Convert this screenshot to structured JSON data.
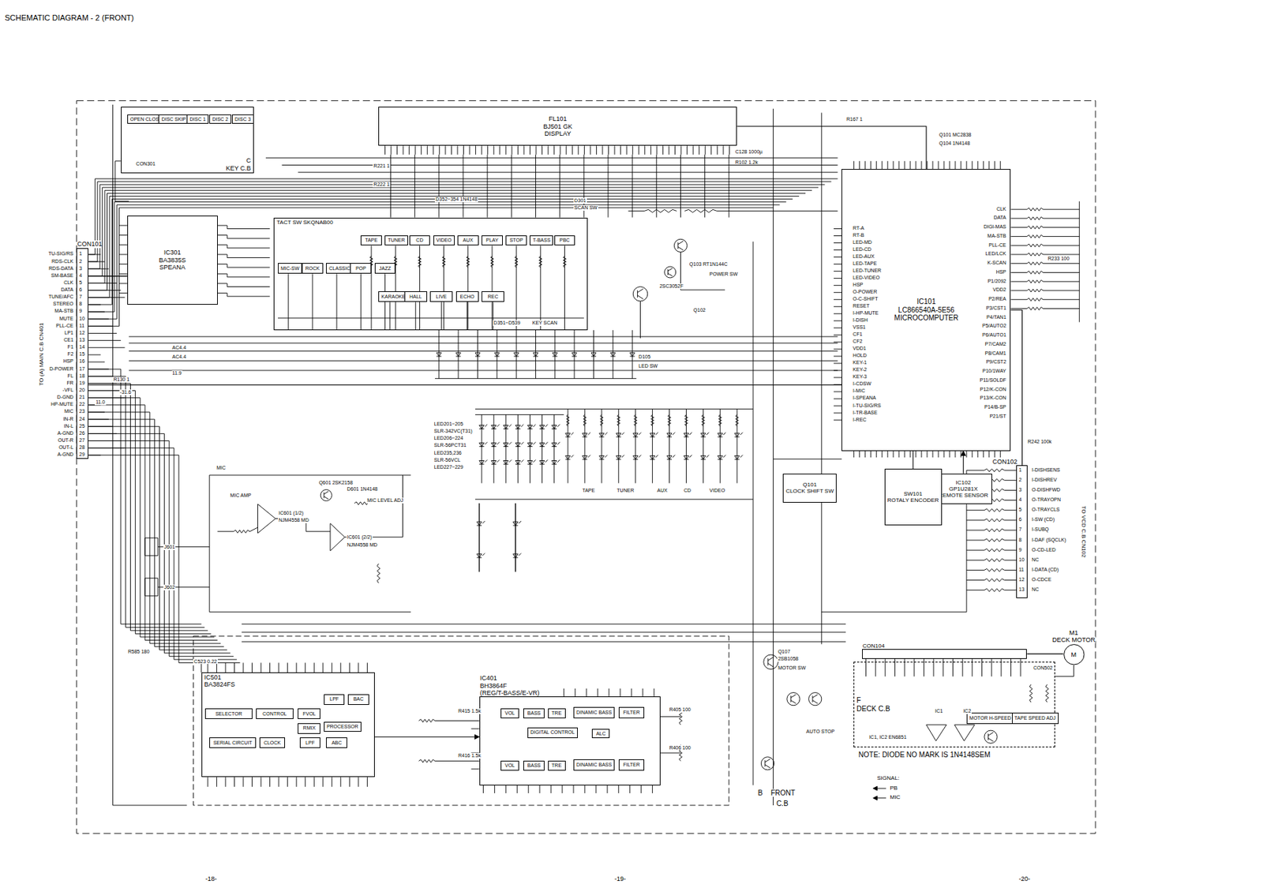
{
  "diagram": {
    "title": "SCHEMATIC DIAGRAM - 2 (FRONT)",
    "nodes": [
      {
        "text": [
          "C",
          "KEY C.B"
        ]
      },
      {
        "text": [
          "OPEN CLOSE"
        ],
        "in": 0
      },
      {
        "text": [
          "DISC SKIP"
        ],
        "in": 0
      },
      {
        "text": [
          "DISC 1"
        ],
        "in": 0
      },
      {
        "text": [
          "DISC 2"
        ],
        "in": 0
      },
      {
        "text": [
          "DISC 3"
        ],
        "in": 0
      },
      {
        "text": [
          "CON101"
        ]
      },
      {
        "text": [
          "FL101",
          "BJ501 GK",
          "DISPLAY"
        ]
      },
      {
        "text": [
          "IC301",
          "BA3835S",
          "SPEANA"
        ]
      },
      {
        "text": [
          "TACT SW SKQNAB00"
        ]
      },
      {
        "text": [
          "TAPE"
        ],
        "in": 9
      },
      {
        "text": [
          "TUNER"
        ],
        "in": 9
      },
      {
        "text": [
          "CD"
        ],
        "in": 9
      },
      {
        "text": [
          "VIDEO"
        ],
        "in": 9
      },
      {
        "text": [
          "AUX"
        ],
        "in": 9
      },
      {
        "text": [
          "PLAY"
        ],
        "in": 9
      },
      {
        "text": [
          "STOP"
        ],
        "in": 9
      },
      {
        "text": [
          "T-BASS"
        ],
        "in": 9
      },
      {
        "text": [
          "PBC"
        ],
        "in": 9
      },
      {
        "text": [
          "MIC-SW"
        ],
        "in": 9
      },
      {
        "text": [
          "ROCK"
        ],
        "in": 9
      },
      {
        "text": [
          "CLASSIC"
        ],
        "in": 9
      },
      {
        "text": [
          "POP"
        ],
        "in": 9
      },
      {
        "text": [
          "JAZZ"
        ],
        "in": 9
      },
      {
        "text": [
          "KARAOKE"
        ],
        "in": 9
      },
      {
        "text": [
          "HALL"
        ],
        "in": 9
      },
      {
        "text": [
          "LIVE"
        ],
        "in": 9
      },
      {
        "text": [
          "ECHO"
        ],
        "in": 9
      },
      {
        "text": [
          "REC"
        ],
        "in": 9
      },
      {
        "text": [
          "IC101",
          "LC866540A-5E56",
          "MICROCOMPUTER"
        ]
      },
      {
        "text": [
          "CON102"
        ]
      },
      {
        "text": [
          "IC102",
          "GP1U281X",
          "REMOTE SENSOR"
        ]
      },
      {
        "text": [
          "SW101",
          "ROTALY ENCODER"
        ]
      },
      {
        "text": [
          "Q101",
          "CLOCK SHIFT SW"
        ]
      },
      {
        "text": [
          "IC501",
          "BA3824FS"
        ]
      },
      {
        "text": [
          "SELECTOR"
        ],
        "in": 34
      },
      {
        "text": [
          "CONTROL"
        ],
        "in": 34
      },
      {
        "text": [
          "FVOL"
        ],
        "in": 34
      },
      {
        "text": [
          "LPF"
        ],
        "in": 34
      },
      {
        "text": [
          "BAC"
        ],
        "in": 34
      },
      {
        "text": [
          "RMIX"
        ],
        "in": 34
      },
      {
        "text": [
          "PROCESSOR"
        ],
        "in": 34
      },
      {
        "text": [
          "SERIAL CIRCUIT"
        ],
        "in": 34
      },
      {
        "text": [
          "CLOCK"
        ],
        "in": 34
      },
      {
        "text": [
          "LPF"
        ],
        "in": 34
      },
      {
        "text": [
          "ABC"
        ],
        "in": 34
      },
      {
        "text": [
          "IC401",
          "BH3864F",
          "(REG/T-BASS/E-VR)"
        ]
      },
      {
        "text": [
          "VOL"
        ],
        "in": 46
      },
      {
        "text": [
          "BASS"
        ],
        "in": 46
      },
      {
        "text": [
          "TRE"
        ],
        "in": 46
      },
      {
        "text": [
          "DINAMIC BASS"
        ],
        "in": 46
      },
      {
        "text": [
          "FILTER"
        ],
        "in": 46
      },
      {
        "text": [
          "DIGITAL CONTROL"
        ],
        "in": 46
      },
      {
        "text": [
          "ALC"
        ],
        "in": 46
      },
      {
        "text": [
          "VOL"
        ],
        "in": 46
      },
      {
        "text": [
          "BASS"
        ],
        "in": 46
      },
      {
        "text": [
          "TRE"
        ],
        "in": 46
      },
      {
        "text": [
          "DINAMIC BASS"
        ],
        "in": 46
      },
      {
        "text": [
          "FILTER"
        ],
        "in": 46
      },
      {
        "text": [
          "F",
          "DECK C.B"
        ]
      },
      {
        "text": [
          "MOTOR H-SPEED"
        ],
        "in": 59
      },
      {
        "text": [
          "TAPE SPEED ADJ"
        ],
        "in": 59
      },
      {
        "text": [
          "CON104"
        ]
      },
      {
        "text": [
          "M1",
          "DECK MOTOR",
          "M"
        ]
      }
    ],
    "edges": [
      {
        "from": 6,
        "to": 8,
        "arrow": "none"
      },
      {
        "from": 6,
        "to": 29,
        "arrow": "none"
      },
      {
        "from": 7,
        "to": 29,
        "arrow": "none"
      },
      {
        "from": 29,
        "to": 30,
        "arrow": "none"
      },
      {
        "from": 31,
        "to": 29,
        "arrow": "to"
      },
      {
        "from": 32,
        "to": 29,
        "arrow": "none"
      },
      {
        "from": 34,
        "to": 46,
        "arrow": "to"
      },
      {
        "from": 62,
        "to": 63,
        "arrow": "none"
      }
    ],
    "labels": [
      "TU-SIG/RS",
      "RDS-CLK",
      "RDS-DATA",
      "SM-BASE",
      "CLK",
      "DATA",
      "TUNE/AFC",
      "STEREO",
      "MA-STB",
      "MUTE",
      "PLL-CE",
      "LP1",
      "CE1",
      "F1",
      "F2",
      "HSP",
      "D-POWER",
      "FL",
      "FR",
      "-VFL",
      "D-GND",
      "HP-MUTE",
      "MIC",
      "IN-R",
      "IN-L",
      "A-GND",
      "OUT-R",
      "OUT-L",
      "A-GND",
      "1",
      "2",
      "3",
      "4",
      "5",
      "6",
      "7",
      "8",
      "9",
      "10",
      "11",
      "12",
      "13",
      "14",
      "15",
      "16",
      "17",
      "18",
      "19",
      "20",
      "21",
      "22",
      "23",
      "24",
      "25",
      "26",
      "27",
      "28",
      "29",
      "I-DISHSENS",
      "I-DISHREV",
      "O-DISHFWD",
      "O-TRAYOPN",
      "O-TRAYCLS",
      "I-SW (CD)",
      "I-SUBQ",
      "I-DAF (SQCLK)",
      "O-CD-LED",
      "NC",
      "I-DATA (CD)",
      "O-CDCE",
      "NC",
      "1",
      "2",
      "3",
      "4",
      "5",
      "6",
      "7",
      "8",
      "9",
      "10",
      "11",
      "12",
      "13",
      "RT-A",
      "RT-B",
      "LED-MD",
      "LED-CD",
      "LED-AUX",
      "LED-TAPE",
      "LED-TUNER",
      "LED-VIDEO",
      "HSP",
      "O-POWER",
      "O-C-SHIFT",
      "RESET",
      "I-HP-MUTE",
      "I-DISH",
      "VSS1",
      "CF1",
      "CF2",
      "VDD1",
      "HOLD",
      "KEY-1",
      "KEY-2",
      "KEY-3",
      "I-CDSW",
      "I-MIC",
      "I-SPEANA",
      "I-TU-SIG/RS",
      "I-TR-BASE",
      "I-REC",
      "CLK",
      "DATA",
      "DIGI-MAS",
      "MA-STB",
      "PLL-CE",
      "LED/LCK",
      "K-SCAN",
      "HSP",
      "P1/2092",
      "VDD2",
      "P2/REA",
      "P3/CST1",
      "P4/TAN1",
      "P5/AUTO2",
      "P6/AUTO1",
      "P7/CAM2",
      "P8/CAM1",
      "P9/CST2",
      "P10/1WAY",
      "P11/SOLDF",
      "P12/K-CON",
      "P13/K-CON",
      "P14/B-SP",
      "P21/ST",
      "TO (A) MAIN C.B CN401",
      "TO VCD C.B CN102",
      "-18-",
      "-19-",
      "-20-",
      "CON301",
      "D352~354 1N4148",
      "D351~D539",
      "KEY SCAN",
      "D301",
      "SCAN SW",
      "Q103 RT1N144C",
      "POWER SW",
      "Q102",
      "2SC3052F",
      "Q101 MC2838",
      "Q104 1N4148",
      "D105",
      "LED SW",
      "AC4.4",
      "AC4.4",
      "11.9",
      "-31.6",
      "11.0",
      "MIC",
      "MIC AMP",
      "Q601 2SK2158",
      "D601 1N4148",
      "MIC LEVEL ADJ",
      "IC601 (1/2)",
      "NJM4558 MD",
      "IC601 (2/2)",
      "NJM4558 MD",
      "J601",
      "J602",
      "LED201~205",
      "SLR-342VC(T31)",
      "LED206~224",
      "SLR-56PCT31",
      "LED235,236",
      "SLR-56VCL",
      "LED227~229",
      "TAPE",
      "TUNER",
      "AUX",
      "CD",
      "VIDEO",
      "NOTE: DIODE NO MARK IS 1N4148SEM",
      "SIGNAL:",
      "B",
      "FRONT",
      "C.B",
      "Q107",
      "2SB1058",
      "MOTOR SW",
      "AUTO STOP",
      "IC1, IC2 EN6851",
      "CON502",
      "IC1",
      "IC2",
      "R221 1",
      "R222 1",
      "C128 1000µ",
      "R102 1.2k",
      "R167 1",
      "R130 1",
      "R585 180",
      "C523 0.22",
      "R415 1.5k",
      "R416 1.5k",
      "R405 100",
      "R406 100",
      "R242 100k",
      "R233 100"
    ],
    "legend": [
      {
        "text": "PB"
      },
      {
        "text": "MIC"
      }
    ]
  }
}
